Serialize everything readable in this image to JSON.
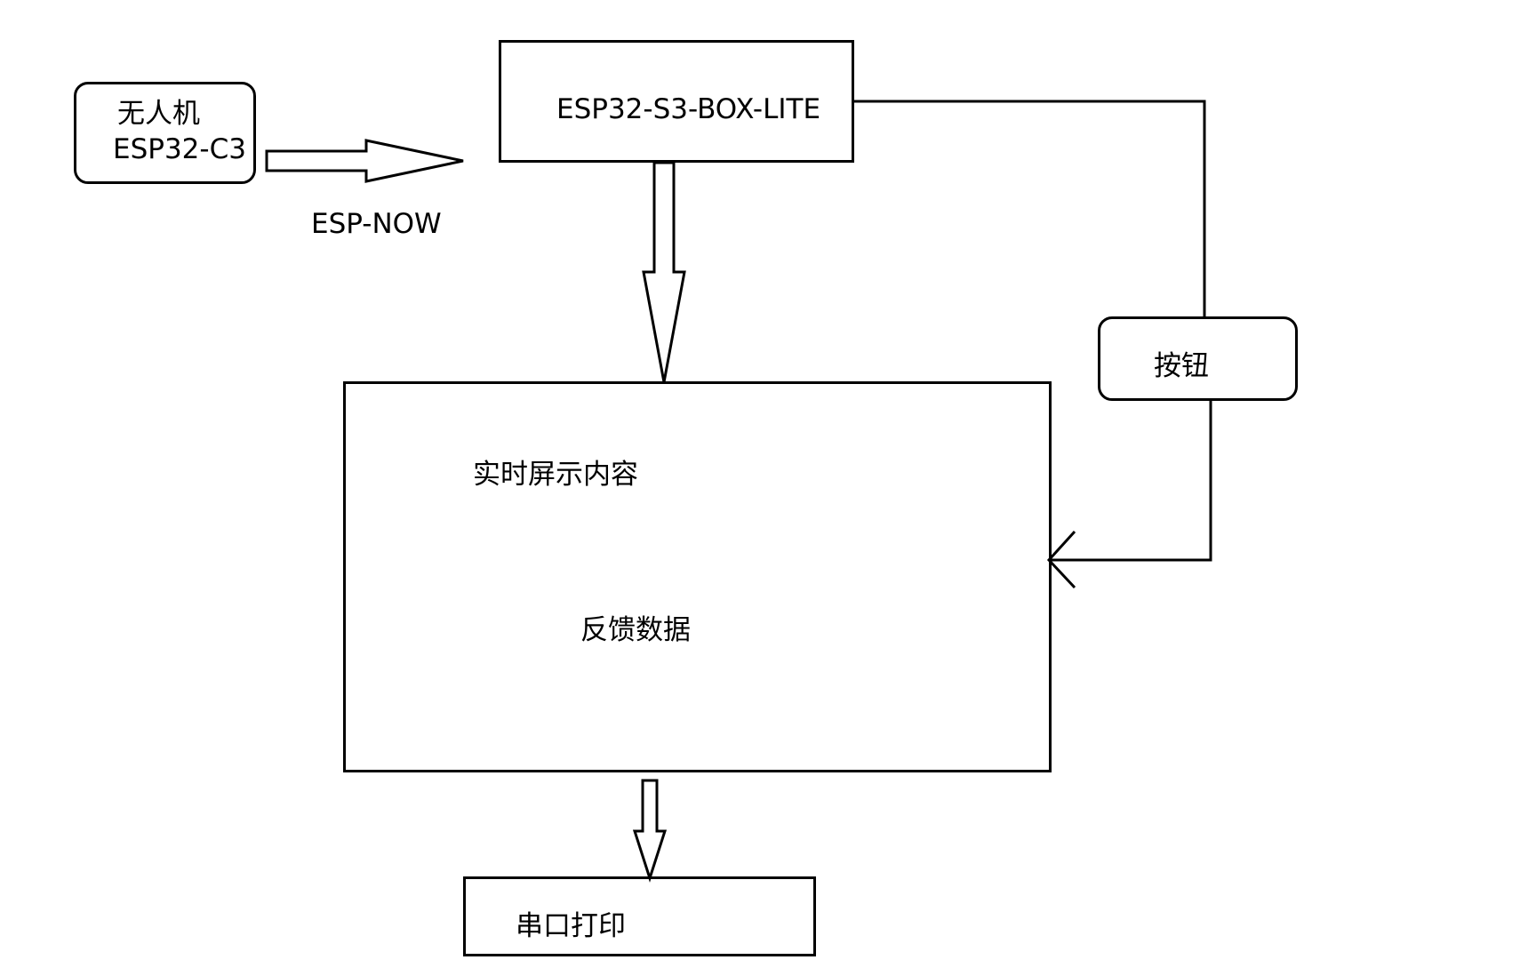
{
  "diagram": {
    "nodes": {
      "drone": {
        "line1": "无人机",
        "line2": "ESP32-C3"
      },
      "box_lite": {
        "label": "ESP32-S3-BOX-LITE"
      },
      "display": {
        "line1": "实时屏示内容",
        "line2": "反馈数据"
      },
      "button": {
        "label": "按钮"
      },
      "serial": {
        "label": "串口打印"
      }
    },
    "edges": {
      "drone_to_box": {
        "label": "ESP-NOW"
      }
    },
    "colors": {
      "stroke": "#000000",
      "background": "#ffffff"
    }
  }
}
